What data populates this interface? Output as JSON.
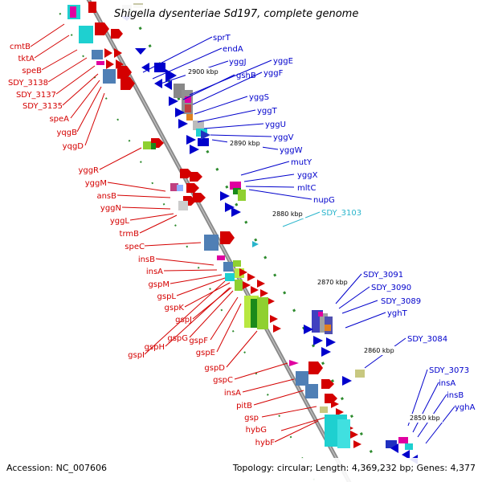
{
  "title": "Shigella dysenteriae Sd197, complete genome",
  "footer": {
    "accession": "Accession: NC_007606",
    "summary": "Topology: circular; Length: 4,369,232 bp; Genes: 4,377"
  },
  "ticks": [
    "2900 kbp",
    "2890 kbp",
    "2880 kbp",
    "2870 kbp",
    "2860 kbp",
    "2850 kbp"
  ],
  "left_genes": [
    "cmtB",
    "tktA",
    "speB",
    "SDY_3138",
    "SDY_3137",
    "SDY_3135",
    "speA",
    "yqgB",
    "yqgD",
    "yggR",
    "yggM",
    "ansB",
    "yggN",
    "yggL",
    "trmB",
    "speC",
    "insB",
    "insA",
    "gspM",
    "gspL",
    "gspK",
    "gspJ",
    "gspG",
    "gspF",
    "gspE",
    "gspH",
    "gspI",
    "gspD",
    "gspC",
    "insA",
    "pitB",
    "gsp",
    "hybG",
    "hybF"
  ],
  "right_genes": [
    "sprT",
    "endA",
    "yggJ",
    "yggE",
    "gshB",
    "yggF",
    "yggS",
    "yggT",
    "yggU",
    "yggV",
    "yggW",
    "mutY",
    "yggX",
    "mltC",
    "nupG",
    "SDY_3103",
    "SDY_3091",
    "SDY_3090",
    "SDY_3089",
    "yghT",
    "SDY_3084",
    "SDY_3073",
    "insA",
    "insB",
    "yghA"
  ],
  "colors": {
    "forward_label": "#d40000",
    "reverse_label": "#0000cc",
    "rna_label": "#2ab5cc",
    "backbone": "#808080",
    "tick_marks": "#2e8b2e"
  }
}
